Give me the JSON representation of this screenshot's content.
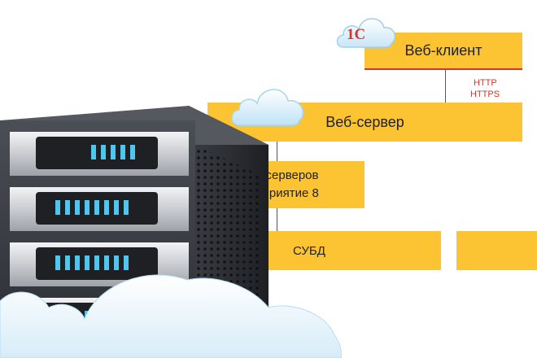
{
  "logo": {
    "text": "1С"
  },
  "web_client": {
    "label": "Веб-клиент"
  },
  "protocols": [
    "HTTP",
    "HTTPS"
  ],
  "web_server": {
    "label": "Веб-сервер"
  },
  "cluster": {
    "line1": "о серверов",
    "line2": "дприятие 8"
  },
  "dbms": {
    "label": "СУБД"
  },
  "colors": {
    "bar": "#fcc332",
    "accent_red": "#d9342b",
    "server_dark": "#2b2e33",
    "led_blue": "#4fc6f0"
  },
  "icons": [
    "cloud-icon",
    "server-rack-icon",
    "logo-1c-icon"
  ]
}
